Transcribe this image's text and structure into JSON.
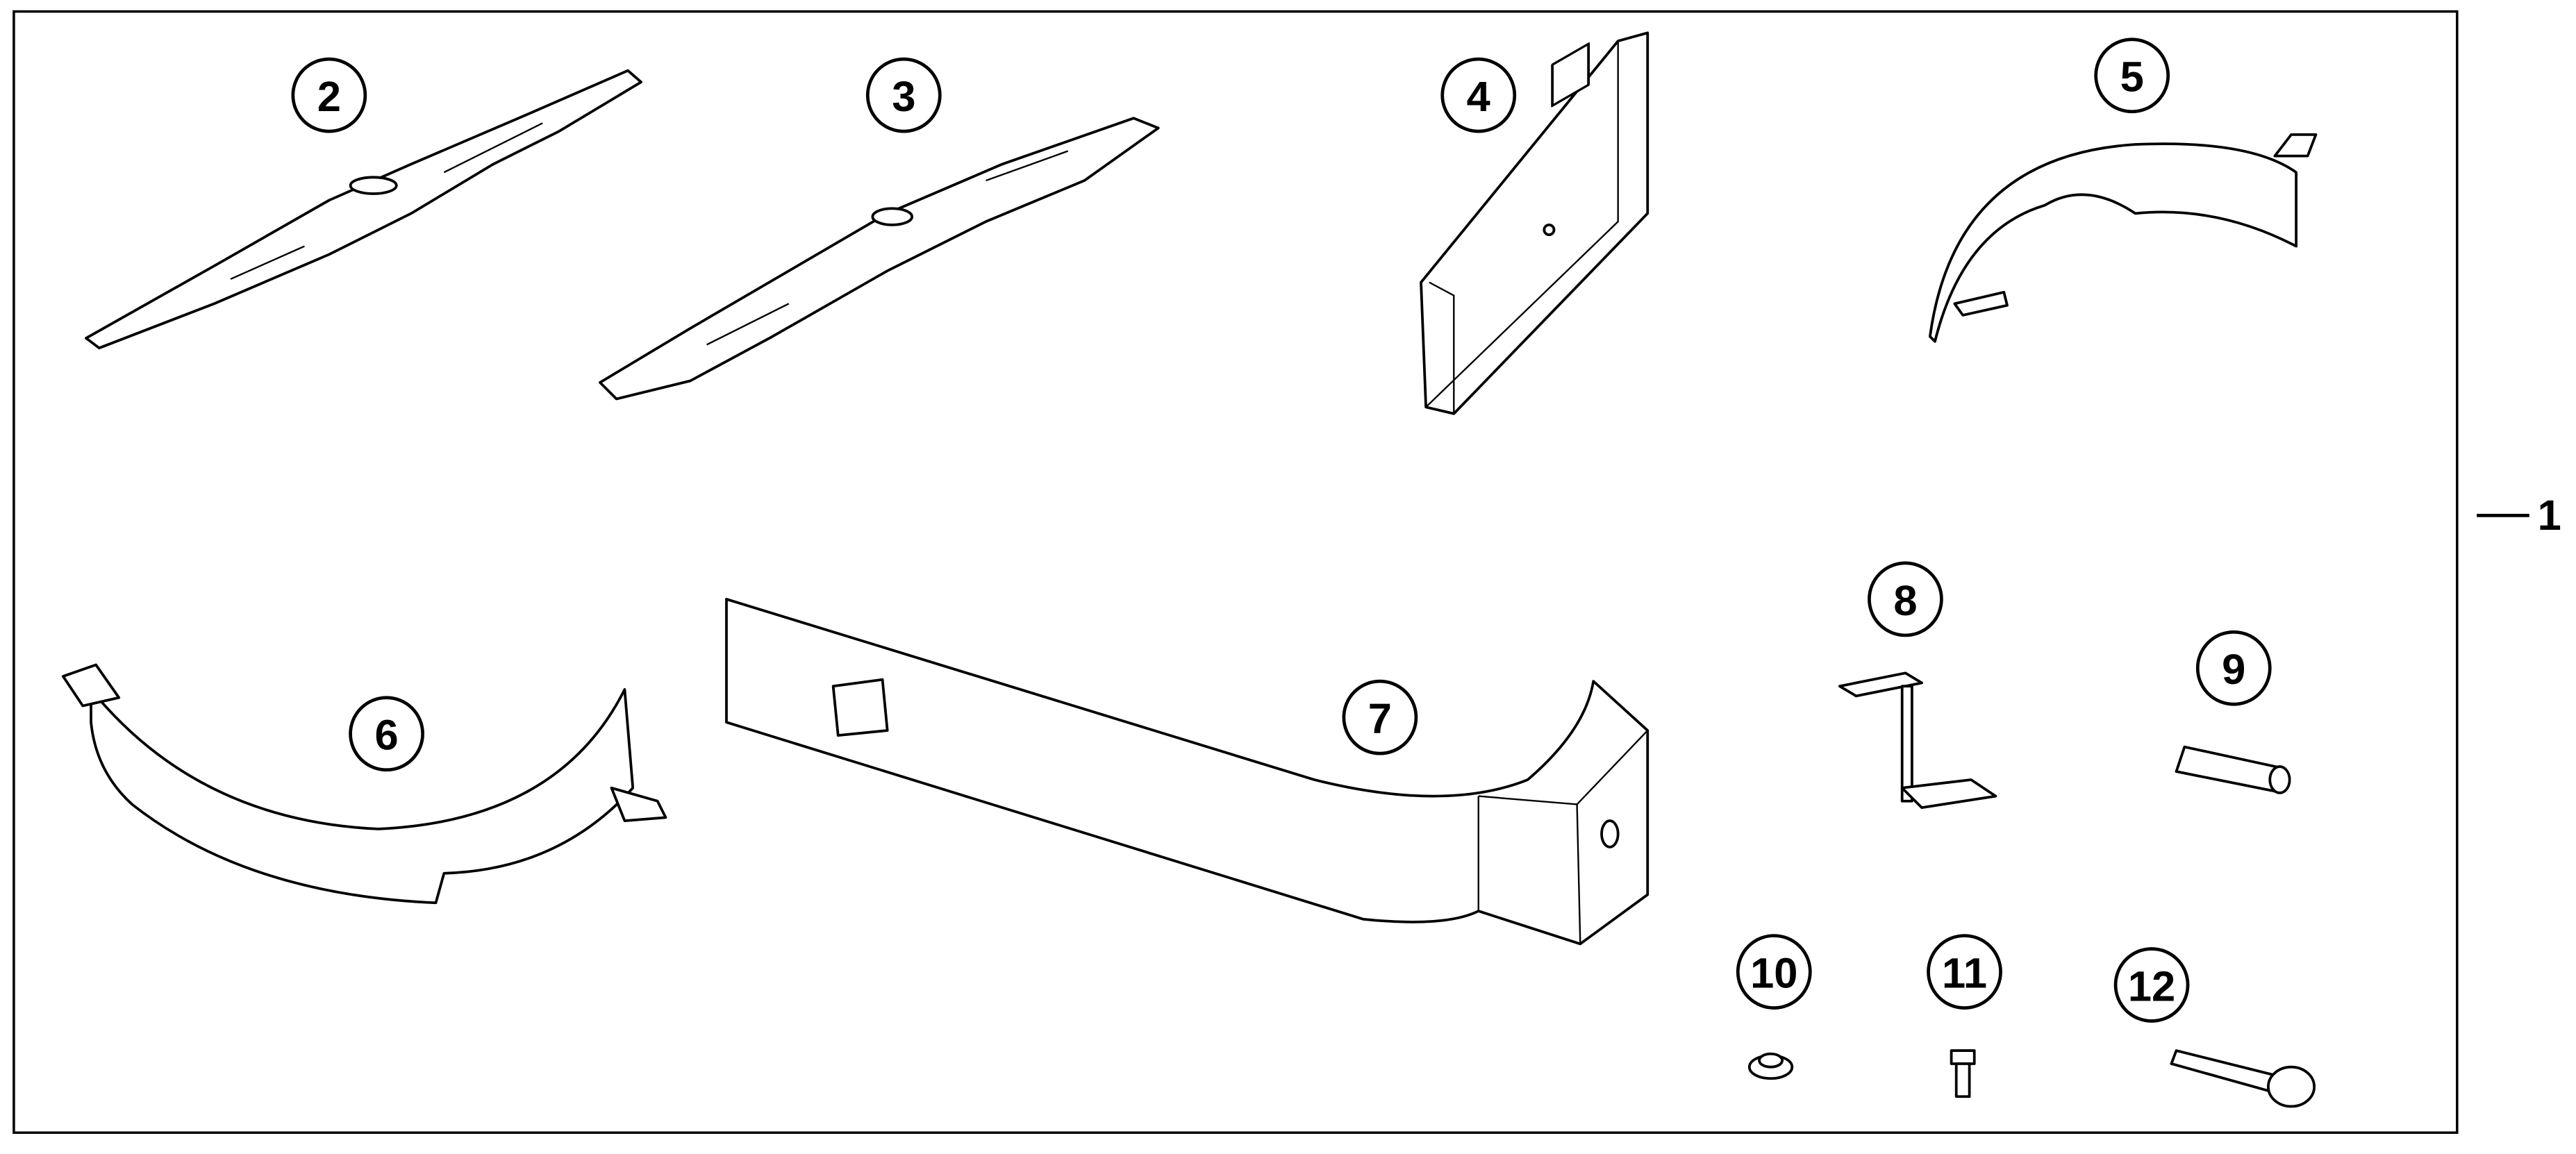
{
  "diagram": {
    "assembly_ref": "1",
    "callouts": [
      "2",
      "3",
      "4",
      "5",
      "6",
      "7",
      "8",
      "9",
      "10",
      "11",
      "12"
    ]
  }
}
